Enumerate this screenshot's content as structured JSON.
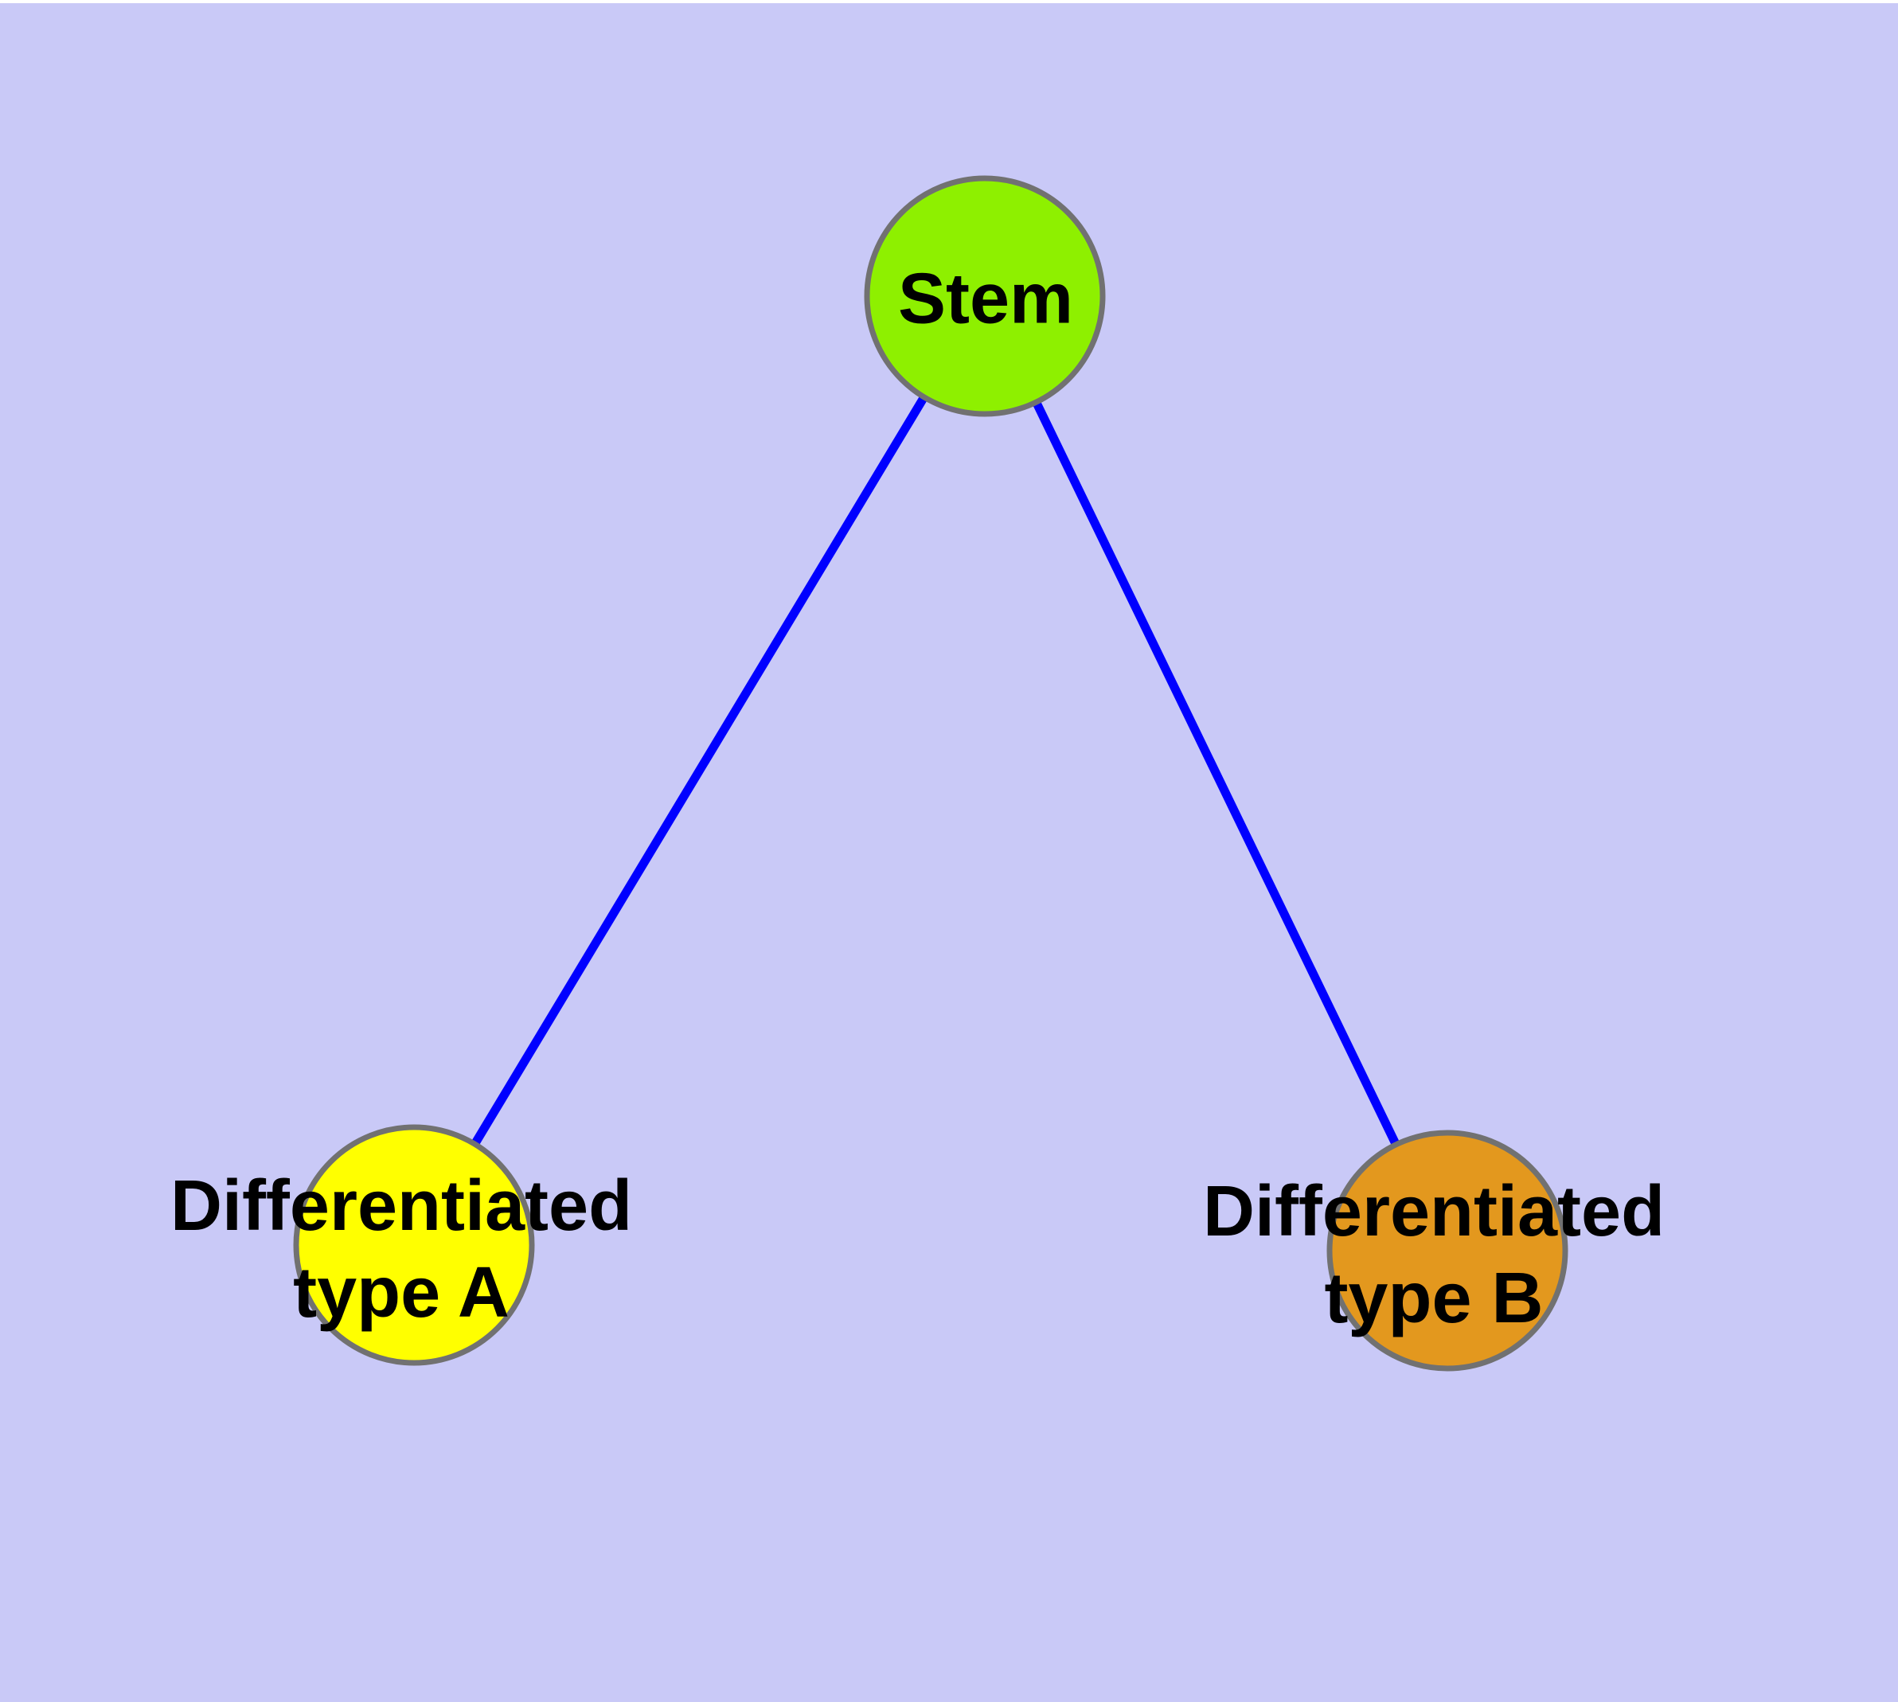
{
  "diagram": {
    "background_color": "#C9C9F7",
    "edge_color": "#0000FF",
    "node_border_color": "#717171",
    "label_color": "#000000",
    "nodes": [
      {
        "id": "stem",
        "label": "Stem",
        "fill": "#8EF000"
      },
      {
        "id": "differentiated-type-a",
        "label": "Differentiated\ntype A",
        "fill": "#FFFF00"
      },
      {
        "id": "differentiated-type-b",
        "label": "Differentiated\ntype B",
        "fill": "#E3981E"
      }
    ],
    "edges": [
      {
        "from": "stem",
        "to": "differentiated-type-a"
      },
      {
        "from": "stem",
        "to": "differentiated-type-b"
      }
    ]
  }
}
